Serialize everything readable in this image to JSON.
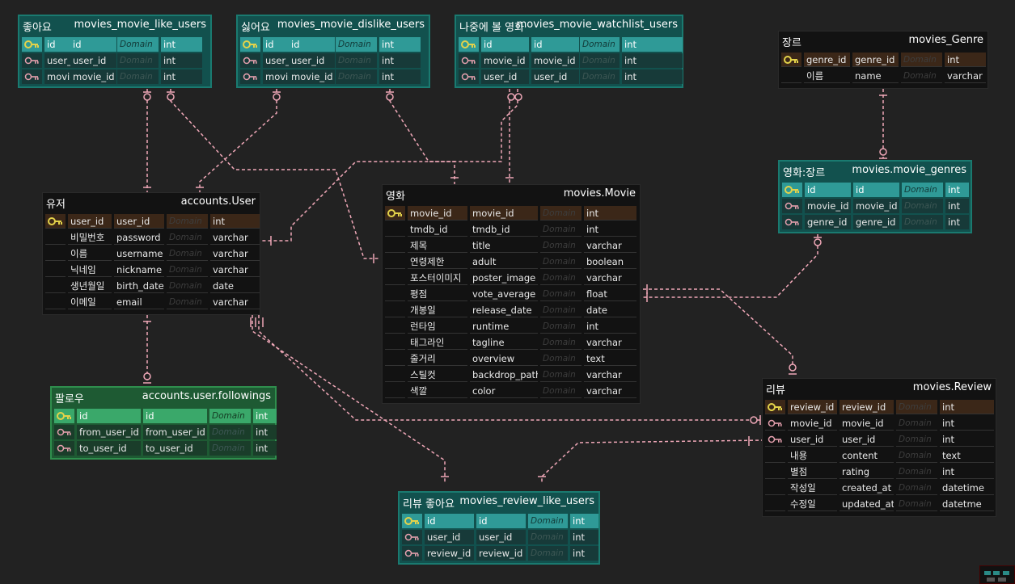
{
  "tables": {
    "like_users": {
      "label": "좋아요",
      "title": "movies_movie_like_users",
      "rows": [
        {
          "icon": "primary-key-icon",
          "c1": "id",
          "c2": "id",
          "c3": "Domain",
          "c4": "int"
        },
        {
          "icon": "foreign-key-icon",
          "c1": "user_id",
          "c2": "user_id",
          "c3": "Domain",
          "c4": "int"
        },
        {
          "icon": "foreign-key-icon",
          "c1": "movie_id",
          "c2": "movie_id",
          "c3": "Domain",
          "c4": "int"
        }
      ]
    },
    "dislike_users": {
      "label": "싫어요",
      "title": "movies_movie_dislike_users",
      "rows": [
        {
          "icon": "primary-key-icon",
          "c1": "id",
          "c2": "id",
          "c3": "Domain",
          "c4": "int"
        },
        {
          "icon": "foreign-key-icon",
          "c1": "user_id",
          "c2": "user_id",
          "c3": "Domain",
          "c4": "int"
        },
        {
          "icon": "foreign-key-icon",
          "c1": "movie_id",
          "c2": "movie_id",
          "c3": "Domain",
          "c4": "int"
        }
      ]
    },
    "watchlist_users": {
      "label": "나중에 볼 영화",
      "title": "movies_movie_watchlist_users",
      "rows": [
        {
          "icon": "primary-key-icon",
          "c1": "id",
          "c2": "id",
          "c3": "Domain",
          "c4": "int"
        },
        {
          "icon": "foreign-key-icon",
          "c1": "movie_id",
          "c2": "movie_id",
          "c3": "Domain",
          "c4": "int"
        },
        {
          "icon": "foreign-key-icon",
          "c1": "user_id",
          "c2": "user_id",
          "c3": "Domain",
          "c4": "int"
        }
      ]
    },
    "genre": {
      "label": "장르",
      "title": "movies_Genre",
      "rows": [
        {
          "icon": "primary-key-icon",
          "c1": "genre_id",
          "c2": "genre_id",
          "c3": "Domain",
          "c4": "int"
        },
        {
          "icon": "",
          "c1": "이름",
          "c2": "name",
          "c3": "Domain",
          "c4": "varchar"
        }
      ]
    },
    "movie_genres": {
      "label": "영화:장르",
      "title": "movies.movie_genres",
      "rows": [
        {
          "icon": "primary-key-icon",
          "c1": "id",
          "c2": "id",
          "c3": "Domain",
          "c4": "int"
        },
        {
          "icon": "foreign-key-icon",
          "c1": "movie_id",
          "c2": "movie_id",
          "c3": "Domain",
          "c4": "int"
        },
        {
          "icon": "foreign-key-icon",
          "c1": "genre_id",
          "c2": "genre_id",
          "c3": "Domain",
          "c4": "int"
        }
      ]
    },
    "user": {
      "label": "유저",
      "title": "accounts.User",
      "rows": [
        {
          "icon": "primary-key-icon",
          "c1": "user_id",
          "c2": "user_id",
          "c3": "Domain",
          "c4": "int"
        },
        {
          "icon": "",
          "c1": "비밀번호",
          "c2": "password",
          "c3": "Domain",
          "c4": "varchar"
        },
        {
          "icon": "",
          "c1": "이름",
          "c2": "username",
          "c3": "Domain",
          "c4": "varchar"
        },
        {
          "icon": "",
          "c1": "닉네임",
          "c2": "nickname",
          "c3": "Domain",
          "c4": "varchar"
        },
        {
          "icon": "",
          "c1": "생년월일",
          "c2": "birth_date",
          "c3": "Domain",
          "c4": "date"
        },
        {
          "icon": "",
          "c1": "이메일",
          "c2": "email",
          "c3": "Domain",
          "c4": "varchar"
        }
      ]
    },
    "movie": {
      "label": "영화",
      "title": "movies.Movie",
      "rows": [
        {
          "icon": "primary-key-icon",
          "c1": "movie_id",
          "c2": "movie_id",
          "c3": "Domain",
          "c4": "int"
        },
        {
          "icon": "",
          "c1": "tmdb_id",
          "c2": "tmdb_id",
          "c3": "Domain",
          "c4": "int"
        },
        {
          "icon": "",
          "c1": "제목",
          "c2": "title",
          "c3": "Domain",
          "c4": "varchar"
        },
        {
          "icon": "",
          "c1": "연령제한",
          "c2": "adult",
          "c3": "Domain",
          "c4": "boolean"
        },
        {
          "icon": "",
          "c1": "포스터이미지",
          "c2": "poster_image",
          "c3": "Domain",
          "c4": "varchar"
        },
        {
          "icon": "",
          "c1": "평점",
          "c2": "vote_average",
          "c3": "Domain",
          "c4": "float"
        },
        {
          "icon": "",
          "c1": "개봉일",
          "c2": "release_date",
          "c3": "Domain",
          "c4": "date"
        },
        {
          "icon": "",
          "c1": "런타임",
          "c2": "runtime",
          "c3": "Domain",
          "c4": "int"
        },
        {
          "icon": "",
          "c1": "태그라인",
          "c2": "tagline",
          "c3": "Domain",
          "c4": "varchar"
        },
        {
          "icon": "",
          "c1": "줄거리",
          "c2": "overview",
          "c3": "Domain",
          "c4": "text"
        },
        {
          "icon": "",
          "c1": "스틸컷",
          "c2": "backdrop_path",
          "c3": "Domain",
          "c4": "varchar"
        },
        {
          "icon": "",
          "c1": "색깔",
          "c2": "color",
          "c3": "Domain",
          "c4": "varchar"
        }
      ]
    },
    "followings": {
      "label": "팔로우",
      "title": "accounts.user.followings",
      "rows": [
        {
          "icon": "primary-key-icon",
          "c1": "id",
          "c2": "id",
          "c3": "Domain",
          "c4": "int"
        },
        {
          "icon": "foreign-key-icon",
          "c1": "from_user_id",
          "c2": "from_user_id",
          "c3": "Domain",
          "c4": "int"
        },
        {
          "icon": "foreign-key-icon",
          "c1": "to_user_id",
          "c2": "to_user_id",
          "c3": "Domain",
          "c4": "int"
        }
      ]
    },
    "review": {
      "label": "리뷰",
      "title": "movies.Review",
      "rows": [
        {
          "icon": "primary-key-icon",
          "c1": "review_id",
          "c2": "review_id",
          "c3": "Domain",
          "c4": "int"
        },
        {
          "icon": "foreign-key-icon",
          "c1": "movie_id",
          "c2": "movie_id",
          "c3": "Domain",
          "c4": "int"
        },
        {
          "icon": "foreign-key-icon",
          "c1": "user_id",
          "c2": "user_id",
          "c3": "Domain",
          "c4": "int"
        },
        {
          "icon": "",
          "c1": "내용",
          "c2": "content",
          "c3": "Domain",
          "c4": "text"
        },
        {
          "icon": "",
          "c1": "별점",
          "c2": "rating",
          "c3": "Domain",
          "c4": "int"
        },
        {
          "icon": "",
          "c1": "작성일",
          "c2": "created_at",
          "c3": "Domain",
          "c4": "datetime"
        },
        {
          "icon": "",
          "c1": "수정일",
          "c2": "updated_at",
          "c3": "Domain",
          "c4": "datetme"
        }
      ]
    },
    "review_like_users": {
      "label": "리뷰 좋아요",
      "title": "movies_review_like_users",
      "rows": [
        {
          "icon": "primary-key-icon",
          "c1": "id",
          "c2": "id",
          "c3": "Domain",
          "c4": "int"
        },
        {
          "icon": "foreign-key-icon",
          "c1": "user_id",
          "c2": "user_id",
          "c3": "Domain",
          "c4": "int"
        },
        {
          "icon": "foreign-key-icon",
          "c1": "review_id",
          "c2": "review_id",
          "c3": "Domain",
          "c4": "int"
        }
      ]
    }
  },
  "colors": {
    "background": "#222222",
    "relationship_line": "#f0a8b8",
    "pk_icon": "#e3d24a",
    "fk_icon": "#e6a0ae"
  }
}
